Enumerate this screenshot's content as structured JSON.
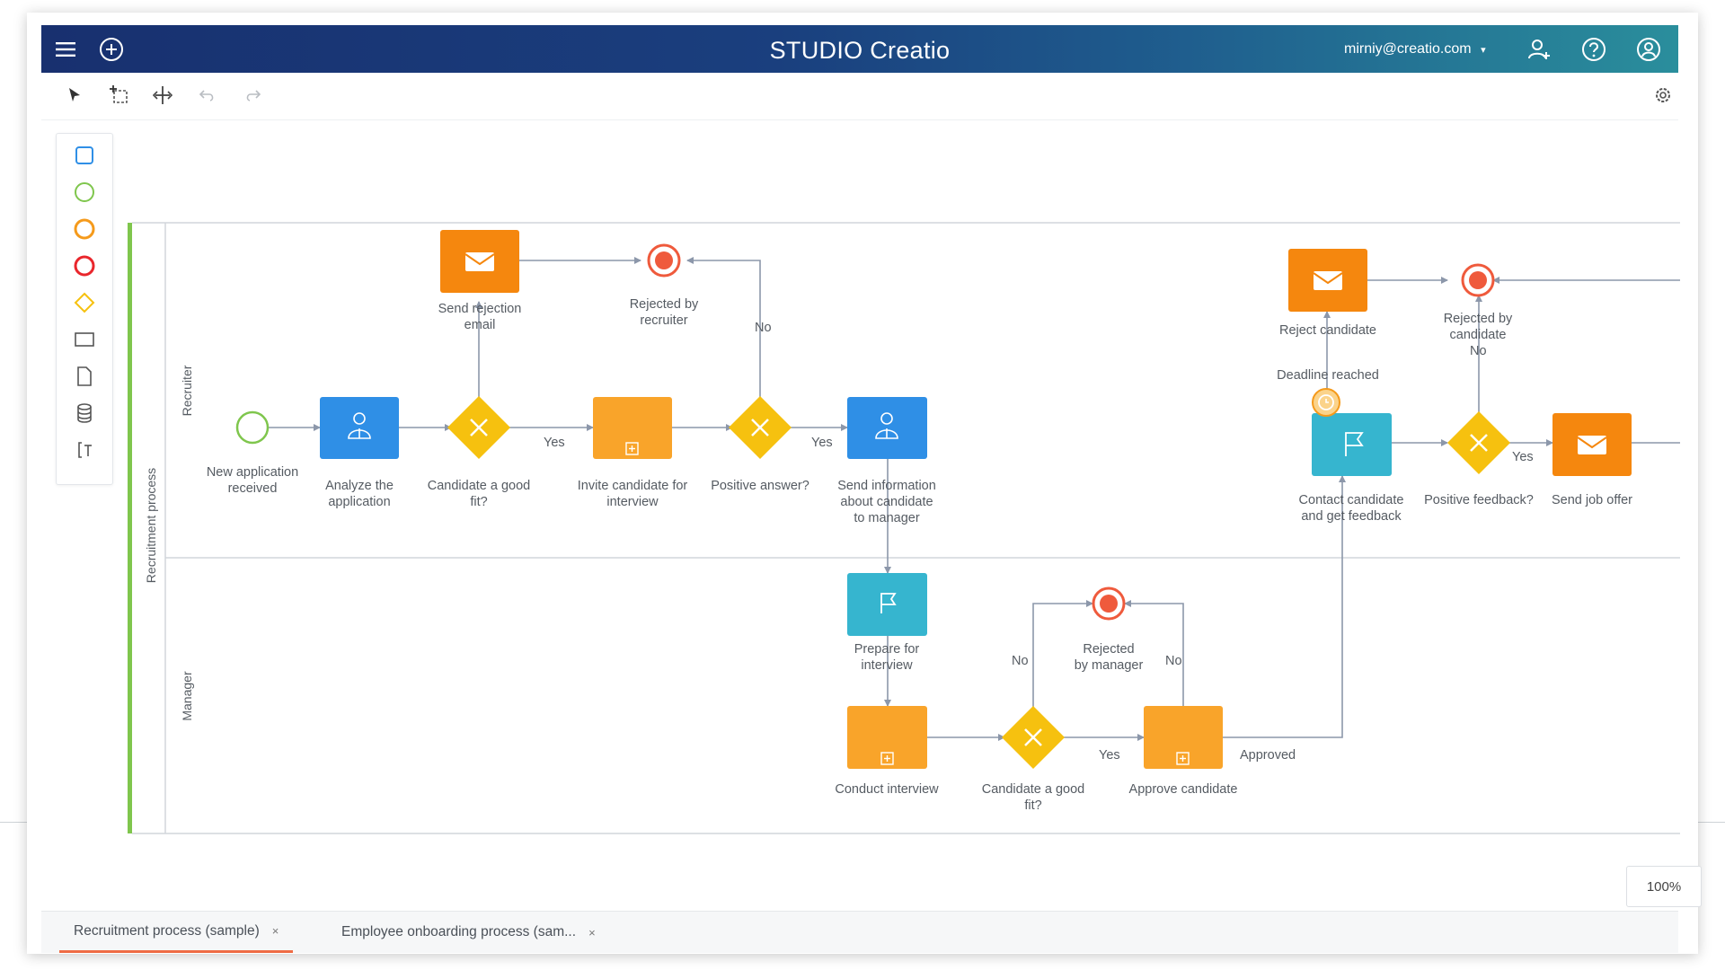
{
  "app": {
    "logo": "STUDIO Creatio",
    "user_email": "mirniy@creatio.com"
  },
  "colors": {
    "header_start": "#18306f",
    "header_end": "#2a8e9c",
    "task_orange": "#f59a1b",
    "task_blue": "#2f8fe6",
    "task_teal": "#36b5cf",
    "gateway_yellow": "#f6c10f",
    "end_event": "#ef5a3c",
    "pool_accent": "#7fc64d",
    "active_tab": "#ef6c45"
  },
  "toolbar": {
    "tools": [
      "pointer-icon",
      "lasso-select-icon",
      "fit-to-screen-icon",
      "undo-icon",
      "redo-icon"
    ],
    "settings_icon": "gear-icon"
  },
  "palette": {
    "items": [
      "task-shape-icon",
      "start-event-icon",
      "intermediate-event-icon",
      "end-event-icon",
      "gateway-icon",
      "subprocess-icon",
      "data-object-icon",
      "data-store-icon",
      "text-annotation-icon"
    ]
  },
  "diagram": {
    "pool_label": "Recruitment process",
    "lanes": [
      "Recruiter",
      "Manager"
    ],
    "nodes": {
      "new_application": "New application\nreceived",
      "analyze_application": "Analyze the\napplication",
      "good_fit_1": "Candidate a good\nfit?",
      "send_rejection": "Send rejection\nemail",
      "rejected_recruiter": "Rejected by\nrecruiter",
      "invite_interview": "Invite candidate for\ninterview",
      "positive_answer": "Positive answer?",
      "send_info_manager": "Send information\nabout candidate\nto manager",
      "prepare_interview": "Prepare for\ninterview",
      "conduct_interview": "Conduct interview",
      "good_fit_2": "Candidate a good\nfit?",
      "rejected_manager": "Rejected\nby manager",
      "approve_candidate": "Approve candidate",
      "reject_candidate": "Reject candidate",
      "deadline": "Deadline reached",
      "contact_candidate": "Contact candidate\nand get feedback",
      "rejected_candidate": "Rejected by\ncandidate",
      "positive_feedback": "Positive feedback?",
      "send_offer": "Send job offer"
    },
    "flows": {
      "yes1": "Yes",
      "yes2": "Yes",
      "no1": "No",
      "no2": "No",
      "no3": "No",
      "yes3": "Yes",
      "approved": "Approved",
      "yes4": "Yes",
      "no4": "No"
    }
  },
  "zoom": "100%",
  "tabs": [
    {
      "label": "Recruitment process (sample)",
      "active": true
    },
    {
      "label": "Employee onboarding process (sam...",
      "active": false
    }
  ],
  "tab_close": "×"
}
